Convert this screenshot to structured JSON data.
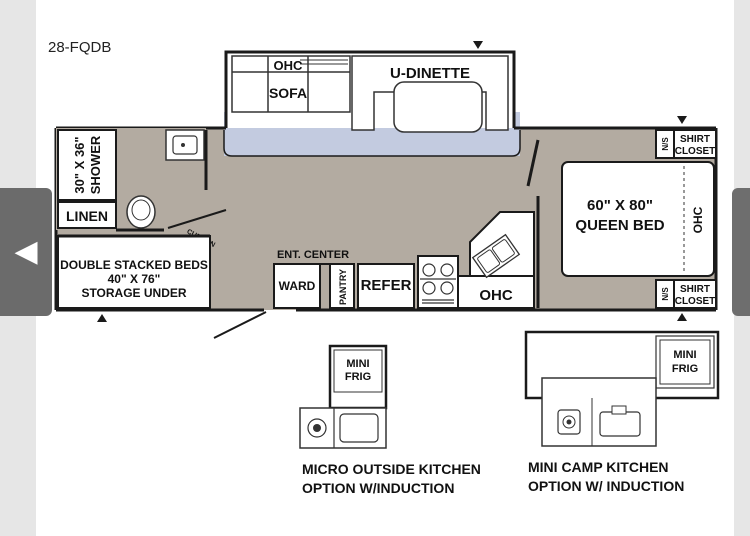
{
  "model_code": "28-FQDB",
  "labels": {
    "ohc_top": "OHC",
    "sofa": "SOFA",
    "u_dinette": "U-DINETTE",
    "shower_line1": "30\" X 36\"",
    "shower_line2": "SHOWER",
    "linen": "LINEN",
    "curtain": "CURTAIN",
    "beds_line1": "DOUBLE STACKED BEDS",
    "beds_line2": "40\" X 76\"",
    "beds_line3": "STORAGE UNDER",
    "ent_center": "ENT. CENTER",
    "ward": "WARD",
    "pantry": "PANTRY",
    "refer": "REFER",
    "ohc_kitchen": "OHC",
    "queen_line1": "60\" X 80\"",
    "queen_line2": "QUEEN BED",
    "ohc_bed": "OHC",
    "ns_top": "N/S",
    "ns_bottom": "N/S",
    "shirt_closet_top_1": "SHIRT",
    "shirt_closet_top_2": "CLOSET",
    "shirt_closet_bot_1": "SHIRT",
    "shirt_closet_bot_2": "CLOSET",
    "mini_frig_1a": "MINI",
    "mini_frig_1b": "FRIG",
    "mini_frig_2a": "MINI",
    "mini_frig_2b": "FRIG",
    "micro_caption_1": "MICRO OUTSIDE KITCHEN",
    "micro_caption_2": "OPTION W/INDUCTION",
    "camp_caption_1": "MINI CAMP KITCHEN",
    "camp_caption_2": "OPTION W/ INDUCTION"
  },
  "colors": {
    "floor": "#b3aba1",
    "slide": "#c3cbe0",
    "wall": "#1a1a1a",
    "fixture": "#ffffff"
  },
  "nav": {
    "prev_icon": "chevron-left-icon",
    "next_icon": "chevron-right-icon"
  }
}
